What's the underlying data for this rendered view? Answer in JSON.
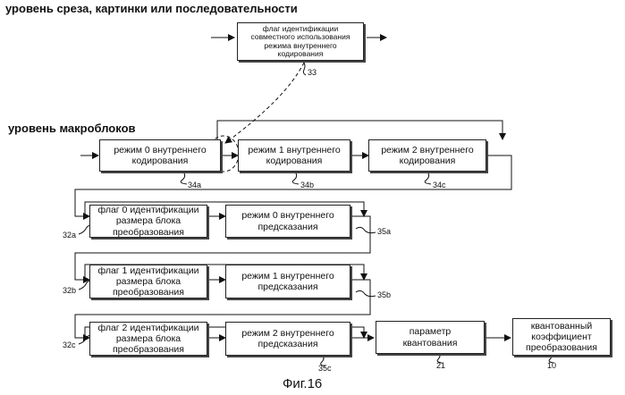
{
  "headings": {
    "slice_level": "уровень среза, картинки или последовательности",
    "macroblock_level": "уровень макроблоков"
  },
  "boxes": {
    "shared_flag": "флаг идентификации\nсовместного использования\nрежима внутреннего кодирования",
    "intra_mode_0": "режим 0 внутреннего\nкодирования",
    "intra_mode_1": "режим 1 внутреннего\nкодирования",
    "intra_mode_2": "режим 2 внутреннего\nкодирования",
    "tb_flag_0": "флаг 0 идентификации\nразмера блока\nпреобразования",
    "tb_flag_1": "флаг 1 идентификации\nразмера блока\nпреобразования",
    "tb_flag_2": "флаг 2 идентификации\nразмера блока\nпреобразования",
    "pred_mode_0": "режим 0 внутреннего\nпредсказания",
    "pred_mode_1": "режим 1 внутреннего\nпредсказания",
    "pred_mode_2": "режим 2 внутреннего\nпредсказания",
    "quant_param": "параметр\nквантования",
    "quant_coeff": "квантованный\nкоэффициент\nпреобразования"
  },
  "refs": {
    "r33": "33",
    "r34a": "34a",
    "r34b": "34b",
    "r34c": "34c",
    "r32a": "32a",
    "r32b": "32b",
    "r32c": "32c",
    "r35a": "35a",
    "r35b": "35b",
    "r35c": "35c",
    "r21": "21",
    "r10": "10"
  },
  "caption": "Фиг.16"
}
